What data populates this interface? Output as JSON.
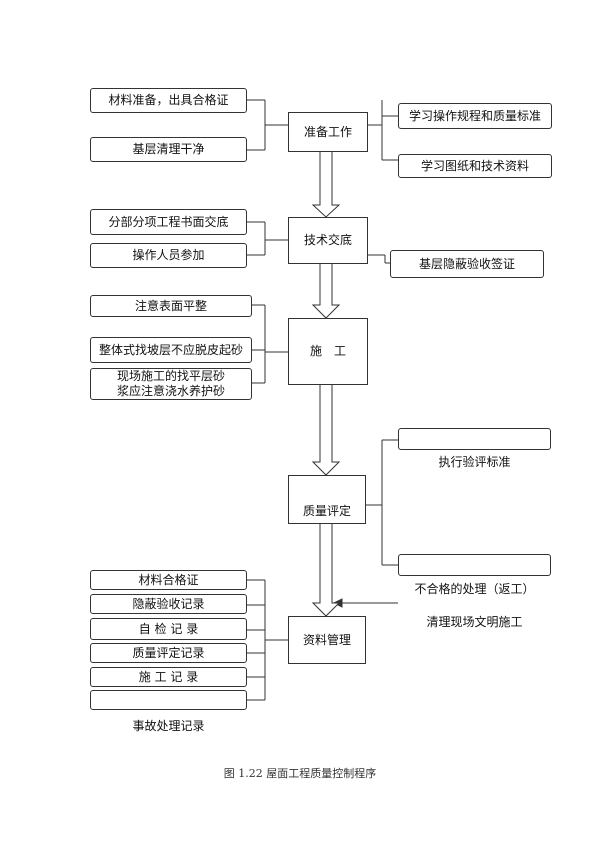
{
  "left_steps": {
    "prep": [
      "材料准备，出具合格证",
      "基层清理干净"
    ],
    "tech": [
      "分部分项工程书面交底",
      "操作人员参加"
    ],
    "construct": [
      "注意表面平整",
      "整体式找坡层不应脱皮起砂",
      "现场施工的找平层砂",
      "浆应注意浇水养护砂"
    ],
    "records": [
      "材料合格证",
      "隐蔽验收记录",
      "自 检 记 录",
      "质量评定记录",
      "施 工 记 录",
      "事故处理记录"
    ]
  },
  "center_steps": [
    "准备工作",
    "技术交底",
    "施　工",
    "质量评定",
    "资料管理"
  ],
  "right_steps": {
    "prep": [
      "学习操作规程和质量标准",
      "学习图纸和技术资料"
    ],
    "tech": [
      "基层隐蔽验收签证"
    ],
    "quality": [
      "执行验评标准",
      "不合格的处理（返工）",
      "清理现场文明施工"
    ]
  },
  "caption": "图 1.22 屋面工程质量控制程序"
}
